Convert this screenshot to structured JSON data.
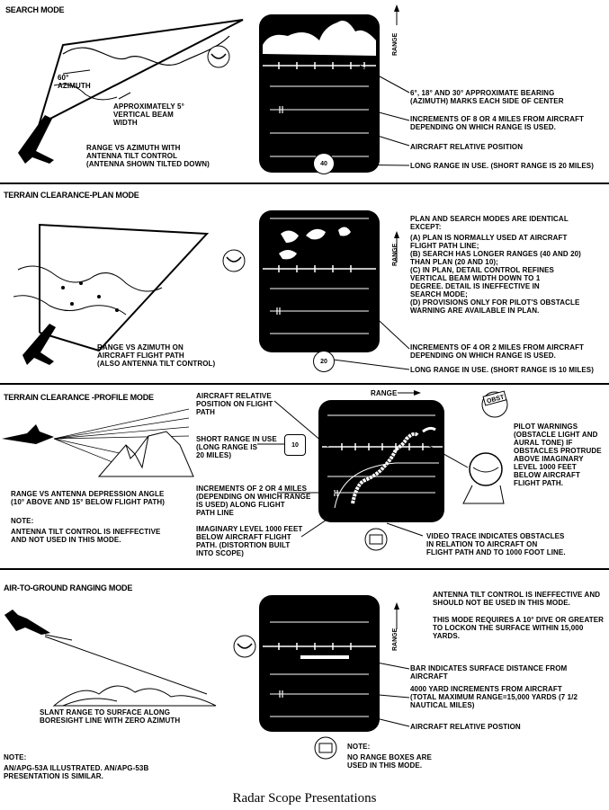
{
  "sections": {
    "search": {
      "title": "SEARCH MODE",
      "azimuth_label": "60°\nAZIMUTH",
      "beam_label": "APPROXIMATELY 5°\nVERTICAL BEAM\nWIDTH",
      "range_label": "RANGE VS AZIMUTH WITH\nANTENNA TILT CONTROL\n(ANTENNA SHOWN TILTED DOWN)",
      "axis_label": "RANGE",
      "callouts": [
        "6°, 18° AND 30° APPROXIMATE BEARING\n(AZIMUTH) MARKS EACH SIDE OF CENTER",
        "INCREMENTS OF 8 OR 4 MILES FROM AIRCRAFT\nDEPENDING ON WHICH RANGE IS USED.",
        "AIRCRAFT RELATIVE POSITION",
        "LONG RANGE IN USE. (SHORT RANGE IS 20 MILES)"
      ],
      "range_box": "40"
    },
    "plan": {
      "title": "TERRAIN CLEARANCE-PLAN MODE",
      "range_label": "RANGE VS AZIMUTH ON\nAIRCRAFT FLIGHT PATH\n(ALSO ANTENNA TILT CONTROL)",
      "axis_label": "RANGE",
      "identical_text": "PLAN AND SEARCH MODES ARE IDENTICAL\nEXCEPT:",
      "exceptions": [
        "(A)  PLAN IS NORMALLY USED AT AIRCRAFT\n       FLIGHT PATH LINE;",
        "(B)  SEARCH HAS LONGER RANGES (40 AND 20)\n       THAN PLAN (20 AND 10);",
        "(C)  IN PLAN, DETAIL CONTROL REFINES\n       VERTICAL BEAM WIDTH DOWN TO 1\n       DEGREE.  DETAIL IS INEFFECTIVE IN\n       SEARCH MODE;",
        "(D)  PROVISIONS ONLY FOR PILOT'S OBSTACLE\n       WARNING ARE AVAILABLE IN PLAN."
      ],
      "callouts": [
        "INCREMENTS OF 4 OR 2 MILES FROM AIRCRAFT\nDEPENDING ON WHICH RANGE IS USED.",
        "LONG RANGE IN USE.  (SHORT RANGE IS 10 MILES)"
      ],
      "range_box": "20"
    },
    "profile": {
      "title": "TERRAIN CLEARANCE -PROFILE MODE",
      "range_label": "RANGE VS ANTENNA DEPRESSION ANGLE\n(10° ABOVE AND 15° BELOW FLIGHT PATH)",
      "note_title": "NOTE:",
      "note_text": "ANTENNA TILT CONTROL IS INEFFECTIVE\nAND NOT USED IN THIS MODE.",
      "axis_label": "RANGE",
      "left_callouts": [
        "AIRCRAFT RELATIVE\nPOSITION ON FLIGHT\nPATH",
        "SHORT RANGE IN USE\n(LONG RANGE IS\n20 MILES)",
        "INCREMENTS OF 2 OR 4 MILES\n(DEPENDING ON WHICH RANGE\nIS USED) ALONG FLIGHT\nPATH LINE",
        "IMAGINARY LEVEL 1000 FEET\nBELOW AIRCRAFT FLIGHT\nPATH. (DISTORTION BUILT\nINTO SCOPE)"
      ],
      "right_callouts": [
        "PILOT WARNINGS\n(OBSTACLE LIGHT AND\nAURAL TONE) IF\nOBSTACLES PROTRUDE\nABOVE IMAGINARY\nLEVEL 1000 FEET\nBELOW AIRCRAFT\nFLIGHT PATH.",
        "VIDEO TRACE INDICATES OBSTACLES\nIN RELATION TO AIRCRAFT ON\nFLIGHT PATH AND TO 1000 FOOT LINE."
      ],
      "range_box": "10",
      "obst_label": "OBST"
    },
    "air_to_ground": {
      "title": "AIR-TO-GROUND RANGING MODE",
      "range_label": "SLANT RANGE TO SURFACE ALONG\nBORESIGHT LINE WITH ZERO AZIMUTH",
      "axis_label": "RANGE",
      "top_text": "ANTENNA TILT CONTROL IS INEFFECTIVE AND\nSHOULD NOT BE USED IN THIS MODE.",
      "dive_text": "THIS MODE REQUIRES A 10° DIVE OR GREATER\nTO LOCKON THE SURFACE WITHIN 15,000\nYARDS.",
      "callouts": [
        "BAR INDICATES SURFACE DISTANCE FROM\nAIRCRAFT",
        "4000 YARD INCREMENTS FROM AIRCRAFT\n(TOTAL MAXIMUM RANGE=15,000 YARDS (7 1/2\nNAUTICAL MILES)",
        "AIRCRAFT RELATIVE POSTION"
      ],
      "note_title": "NOTE:",
      "note_text": "NO RANGE BOXES ARE\nUSED IN THIS MODE."
    }
  },
  "footer_note_title": "NOTE:",
  "footer_note_text": "AN/APG-53A ILLUSTRATED. AN/APG-53B\nPRESENTATION IS SIMILAR.",
  "caption": "Radar Scope Presentations"
}
